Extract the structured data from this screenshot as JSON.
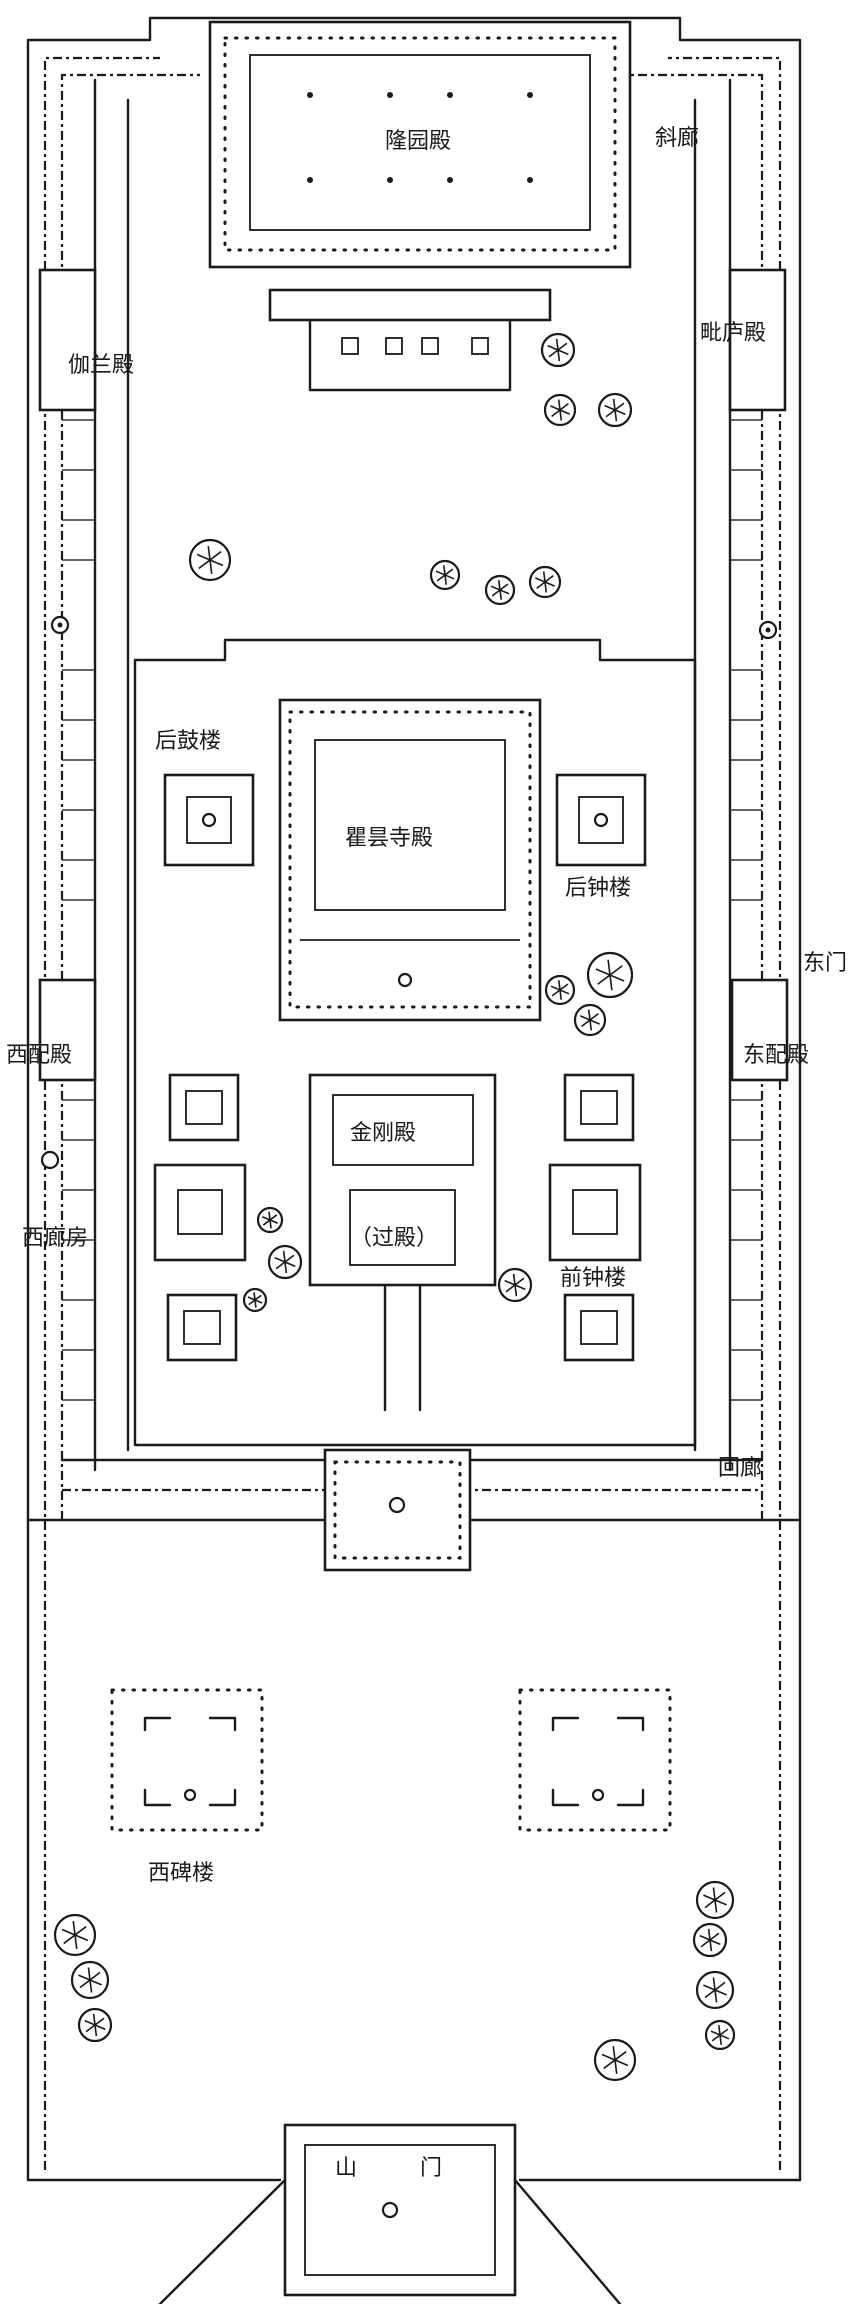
{
  "labels": {
    "longen_hall": "隆园殿",
    "slant_corridor": "斜廊",
    "vairocana_hall": "毗庐殿",
    "qielan_hall": "伽兰殿",
    "rear_drum_tower": "后鼓楼",
    "qutan_hall": "瞿昙寺殿",
    "rear_bell_tower": "后钟楼",
    "east_gate": "东门",
    "west_side_hall": "西配殿",
    "east_side_hall": "东配殿",
    "vajra_hall": "金刚殿",
    "passage_hall": "（过殿）",
    "west_corridor_rooms": "西廊房",
    "front_bell_tower": "前钟楼",
    "loop_corridor": "回廊",
    "west_stele_pavilion": "西碑楼",
    "mountain_gate_left": "山",
    "mountain_gate_right": "门"
  }
}
